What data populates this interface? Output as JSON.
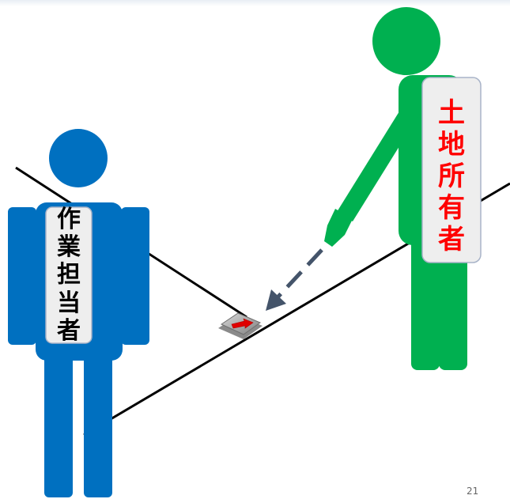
{
  "worker": {
    "label": [
      "作",
      "業",
      "担",
      "当",
      "者"
    ],
    "body_color": "#0070c0",
    "label_color": "#000000"
  },
  "owner": {
    "label": [
      "土",
      "地",
      "所",
      "有",
      "者"
    ],
    "body_color": "#00b050",
    "label_color": "#ff0000"
  },
  "label_box": {
    "fill": "#eeeeee",
    "stroke": "#a8b3c8"
  },
  "boundary_line": {
    "color": "#000000"
  },
  "pointer_arrow": {
    "color": "#44546a"
  },
  "boundary_marker": {
    "arrow_color": "#e00000",
    "plate_color": "#9a9a9a"
  },
  "page_number": "21"
}
